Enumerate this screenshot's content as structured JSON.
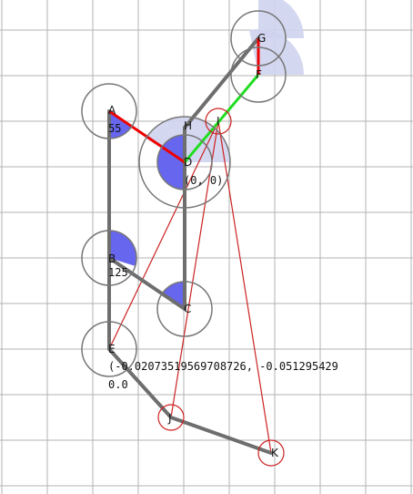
{
  "colors": {
    "grid": "#b3b3b3",
    "link": "#6e6e6e",
    "joint_circle": "#777777",
    "joint_fill": "#6666ee",
    "highlight_sector": "#cfd3ee",
    "red_line": "#cc2222",
    "green_segment": "#22dd22",
    "red_segment": "#ee0000",
    "text": "#111111"
  },
  "points": {
    "A": "A",
    "B": "B",
    "C": "C",
    "D": "D",
    "E": "E",
    "F": "F",
    "G": "G",
    "H": "H",
    "I": "I",
    "J": "J",
    "K": "K"
  },
  "annotations": {
    "angle_a": "55",
    "angle_b": "125",
    "origin": "(0, 0)",
    "e_coords": "(-0.02073519569708726, -0.051295429",
    "e_value": "0.0"
  }
}
